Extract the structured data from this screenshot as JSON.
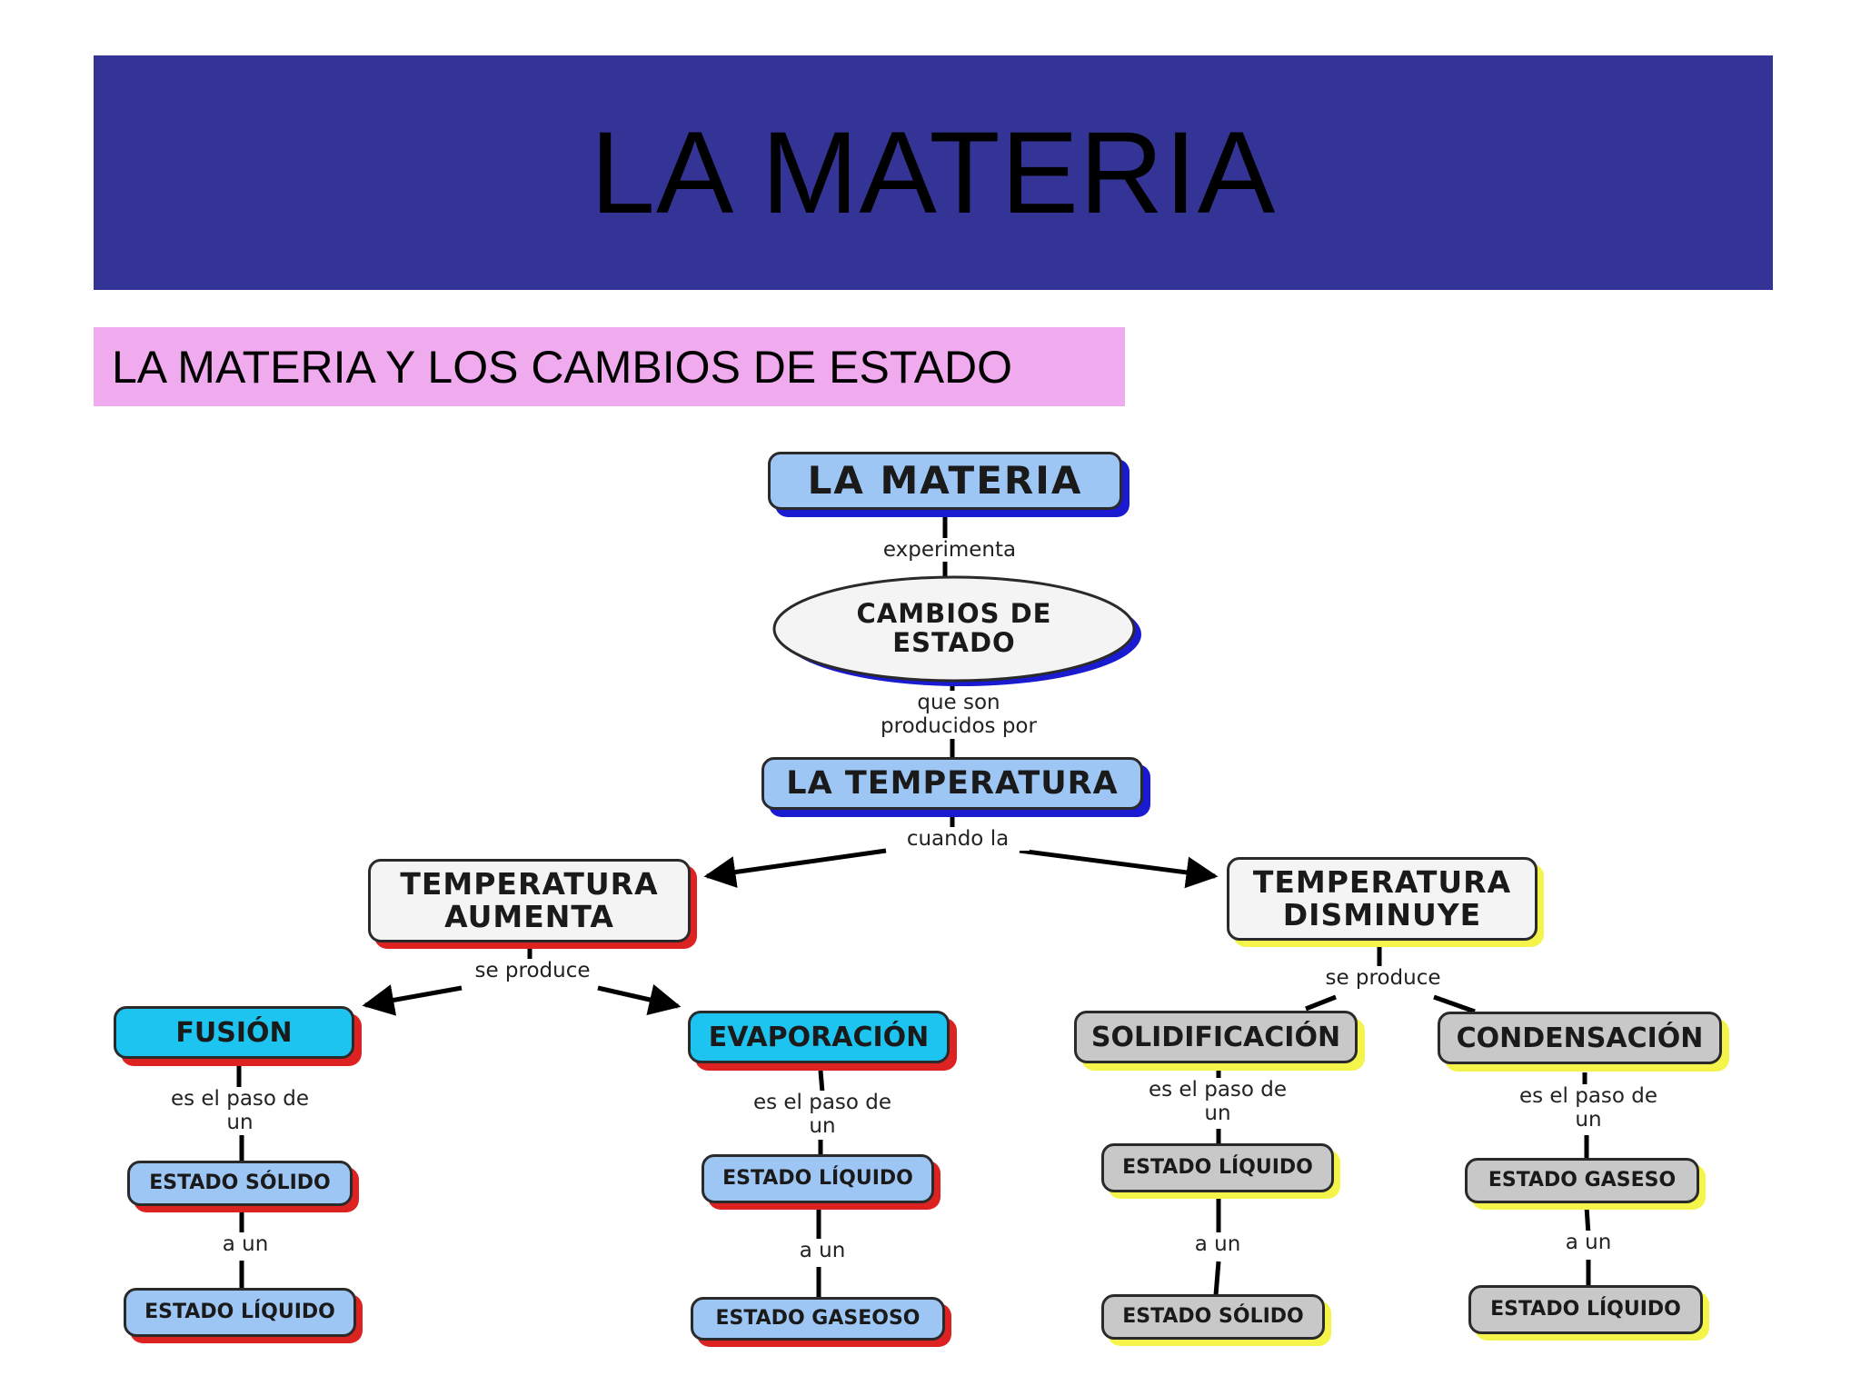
{
  "slide": {
    "title": "LA MATERIA",
    "subtitle": "LA MATERIA Y LOS CAMBIOS DE ESTADO"
  },
  "colors": {
    "title_bg": "#343496",
    "subtitle_bg": "#f0aaee",
    "node_blue": "#9ec6f5",
    "node_cyan": "#1ec4f0",
    "node_white": "#f4f4f4",
    "node_gray": "#c8c8c8",
    "shadow_blue": "#1a1ad0",
    "shadow_red": "#dd2222",
    "shadow_yellow": "#f4f44a"
  },
  "map": {
    "root": "LA MATERIA",
    "link_experimenta": "experimenta",
    "cambios": "CAMBIOS DE ESTADO",
    "link_que_son": "que son\nproducidos por",
    "temperatura": "LA TEMPERATURA",
    "link_cuando": "cuando la",
    "aumenta": "TEMPERATURA\nAUMENTA",
    "disminuye": "TEMPERATURA\nDISMINUYE",
    "link_se_produce_left": "se produce",
    "link_se_produce_right": "se produce",
    "fusion": "FUSIÓN",
    "evaporacion": "EVAPORACIÓN",
    "solidificacion": "SOLIDIFICACIÓN",
    "condensacion": "CONDENSACIÓN",
    "link_paso_1": "es el paso de\nun",
    "link_paso_2": "es el paso de\nun",
    "link_paso_3": "es el paso de\nun",
    "link_paso_4": "es el paso de\nun",
    "fusion_from": "ESTADO SÓLIDO",
    "evap_from": "ESTADO LÍQUIDO",
    "solid_from": "ESTADO LÍQUIDO",
    "cond_from": "ESTADO GASESO",
    "link_a_un_1": "a un",
    "link_a_un_2": "a un",
    "link_a_un_3": "a un",
    "link_a_un_4": "a un",
    "fusion_to": "ESTADO LÍQUIDO",
    "evap_to": "ESTADO GASEOSO",
    "solid_to": "ESTADO SÓLIDO",
    "cond_to": "ESTADO LÍQUIDO"
  }
}
